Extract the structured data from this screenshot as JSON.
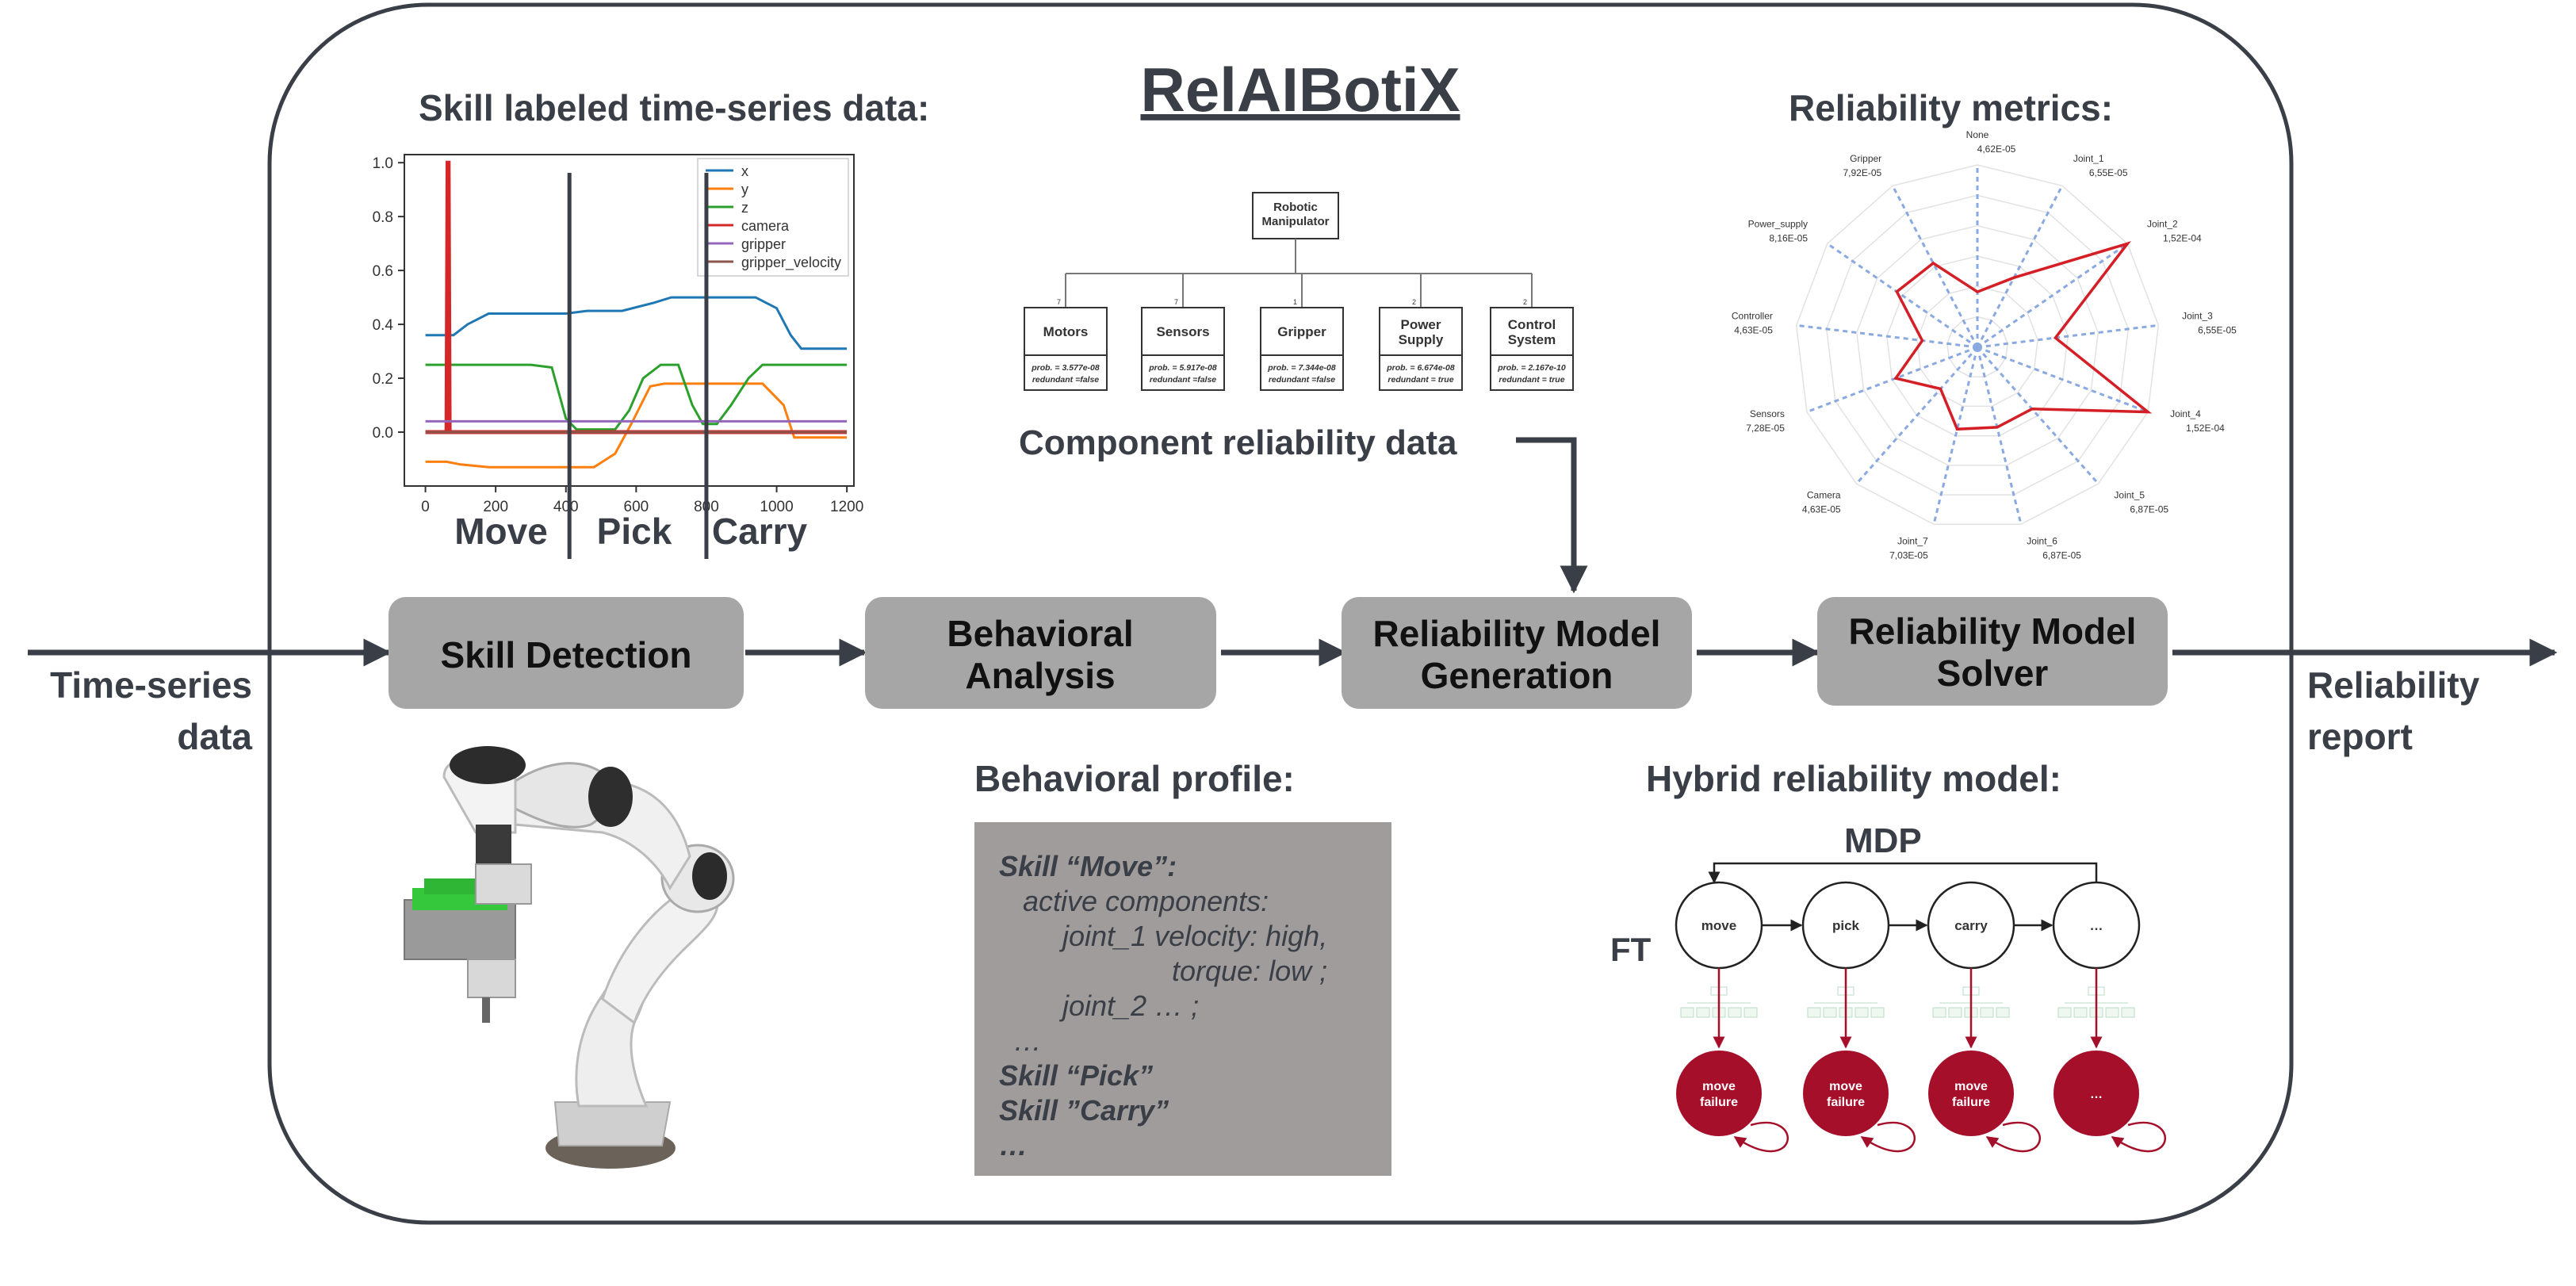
{
  "title": "RelAIBotiX",
  "input_label": [
    "Time-series",
    "data"
  ],
  "output_label": [
    "Reliability",
    "report"
  ],
  "pipeline": [
    {
      "lines": [
        "Skill Detection"
      ]
    },
    {
      "lines": [
        "Behavioral",
        "Analysis"
      ]
    },
    {
      "lines": [
        "Reliability Model",
        "Generation"
      ]
    },
    {
      "lines": [
        "Reliability Model",
        "Solver"
      ]
    }
  ],
  "timeseries": {
    "heading": "Skill labeled time-series data:",
    "legend": [
      "x",
      "y",
      "z",
      "camera",
      "gripper",
      "gripper_velocity"
    ],
    "colors": [
      "#1f77b4",
      "#ff7f0e",
      "#2ca02c",
      "#d62728",
      "#9467bd",
      "#8c564b"
    ],
    "x_ticks": [
      "0",
      "200",
      "400",
      "600",
      "800",
      "1000",
      "1200"
    ],
    "y_ticks": [
      "0.0",
      "0.2",
      "0.4",
      "0.6",
      "0.8",
      "1.0"
    ],
    "xlim": [
      -60,
      1220
    ],
    "ylim": [
      -0.2,
      1.03
    ],
    "skills": [
      "Move",
      "Pick",
      "Carry"
    ],
    "skill_boundaries": [
      410,
      800
    ],
    "series": {
      "x": [
        [
          0,
          0.36
        ],
        [
          80,
          0.36
        ],
        [
          120,
          0.4
        ],
        [
          180,
          0.44
        ],
        [
          300,
          0.44
        ],
        [
          400,
          0.44
        ],
        [
          460,
          0.45
        ],
        [
          560,
          0.45
        ],
        [
          650,
          0.48
        ],
        [
          700,
          0.5
        ],
        [
          780,
          0.5
        ],
        [
          880,
          0.5
        ],
        [
          940,
          0.5
        ],
        [
          1000,
          0.46
        ],
        [
          1040,
          0.36
        ],
        [
          1070,
          0.31
        ],
        [
          1200,
          0.31
        ]
      ],
      "y": [
        [
          0,
          -0.11
        ],
        [
          60,
          -0.11
        ],
        [
          100,
          -0.12
        ],
        [
          180,
          -0.13
        ],
        [
          380,
          -0.13
        ],
        [
          480,
          -0.13
        ],
        [
          540,
          -0.08
        ],
        [
          590,
          0.04
        ],
        [
          640,
          0.17
        ],
        [
          680,
          0.18
        ],
        [
          780,
          0.18
        ],
        [
          900,
          0.18
        ],
        [
          960,
          0.18
        ],
        [
          1020,
          0.1
        ],
        [
          1050,
          -0.02
        ],
        [
          1200,
          -0.02
        ]
      ],
      "z": [
        [
          0,
          0.25
        ],
        [
          120,
          0.25
        ],
        [
          300,
          0.25
        ],
        [
          360,
          0.24
        ],
        [
          400,
          0.05
        ],
        [
          430,
          0.01
        ],
        [
          540,
          0.01
        ],
        [
          580,
          0.08
        ],
        [
          620,
          0.2
        ],
        [
          670,
          0.25
        ],
        [
          720,
          0.25
        ],
        [
          760,
          0.1
        ],
        [
          790,
          0.03
        ],
        [
          830,
          0.03
        ],
        [
          870,
          0.1
        ],
        [
          920,
          0.2
        ],
        [
          960,
          0.25
        ],
        [
          1200,
          0.25
        ]
      ],
      "camera": [
        [
          0,
          0.0
        ],
        [
          60,
          0.0
        ],
        [
          63,
          1.0
        ],
        [
          66,
          1.0
        ],
        [
          69,
          0.0
        ],
        [
          1200,
          0.0
        ]
      ],
      "gripper": [
        [
          0,
          0.04
        ],
        [
          400,
          0.04
        ],
        [
          800,
          0.04
        ],
        [
          1200,
          0.04
        ]
      ],
      "gripper_velocity": [
        [
          0,
          0.0
        ],
        [
          1200,
          0.0
        ]
      ]
    }
  },
  "component_tree": {
    "root": [
      "Robotic",
      "Manipulator"
    ],
    "edge_labels": [
      "7",
      "7",
      "1",
      "2",
      "2"
    ],
    "children": [
      {
        "name": [
          "Motors"
        ],
        "prob": "prob. = 3.577e-08",
        "redundant": "redundant =false"
      },
      {
        "name": [
          "Sensors"
        ],
        "prob": "prob. = 5.917e-08",
        "redundant": "redundant =false"
      },
      {
        "name": [
          "Gripper"
        ],
        "prob": "prob. = 7.344e-08",
        "redundant": "redundant =false"
      },
      {
        "name": [
          "Power",
          "Supply"
        ],
        "prob": "prob. = 6.674e-08",
        "redundant": "redundant = true"
      },
      {
        "name": [
          "Control",
          "System"
        ],
        "prob": "prob. = 2.167e-10",
        "redundant": "redundant = true"
      }
    ],
    "caption": "Component reliability data"
  },
  "radar": {
    "heading": "Reliability metrics:",
    "max": 0.000152,
    "axes": [
      {
        "name": "None",
        "value": "4,62E-05",
        "v": 4.62e-05
      },
      {
        "name": "Joint_1",
        "value": "6,55E-05",
        "v": 6.55e-05
      },
      {
        "name": "Joint_2",
        "value": "1,52E-04",
        "v": 0.000152
      },
      {
        "name": "Joint_3",
        "value": "6,55E-05",
        "v": 6.55e-05
      },
      {
        "name": "Joint_4",
        "value": "1,52E-04",
        "v": 0.000152
      },
      {
        "name": "Joint_5",
        "value": "6,87E-05",
        "v": 6.87e-05
      },
      {
        "name": "Joint_6",
        "value": "6,87E-05",
        "v": 6.87e-05
      },
      {
        "name": "Joint_7",
        "value": "7,03E-05",
        "v": 7.03e-05
      },
      {
        "name": "Camera",
        "value": "4,63E-05",
        "v": 4.63e-05
      },
      {
        "name": "Sensors",
        "value": "7,28E-05",
        "v": 7.28e-05
      },
      {
        "name": "Controller",
        "value": "4,63E-05",
        "v": 4.63e-05
      },
      {
        "name": "Power_supply",
        "value": "8,16E-05",
        "v": 8.16e-05
      },
      {
        "name": "Gripper",
        "value": "7,92E-05",
        "v": 7.92e-05
      }
    ]
  },
  "profile": {
    "heading": "Behavioral profile:",
    "lines": [
      {
        "text": "Skill “Move”:",
        "bold": true,
        "indent": 0
      },
      {
        "text": "active components:",
        "bold": false,
        "indent": 1
      },
      {
        "text": "joint_1 velocity: high,",
        "bold": false,
        "indent": 2
      },
      {
        "text": "torque: low ;",
        "bold": false,
        "indent": 3
      },
      {
        "text": "joint_2 … ;",
        "bold": false,
        "indent": 2
      },
      {
        "text": "…",
        "bold": false,
        "indent": 0.6
      },
      {
        "text": "Skill “Pick”",
        "bold": true,
        "indent": 0
      },
      {
        "text": "Skill ”Carry”",
        "bold": true,
        "indent": 0
      },
      {
        "text": "…",
        "bold": true,
        "indent": 0
      }
    ]
  },
  "hybrid": {
    "heading": "Hybrid reliability model:",
    "mdp_label": "MDP",
    "ft_label": "FT",
    "states": [
      "move",
      "pick",
      "carry",
      "…"
    ],
    "failures": [
      [
        "move",
        "failure"
      ],
      [
        "move",
        "failure"
      ],
      [
        "move",
        "failure"
      ],
      [
        "…"
      ]
    ]
  },
  "colors": {
    "text": "#3a3f47",
    "box": "#a6a6a6",
    "profile_bg": "#a09c9b",
    "failure": "#a50f2a",
    "radar_line": "#d41f26",
    "radar_axis": "#8aa9e0"
  }
}
